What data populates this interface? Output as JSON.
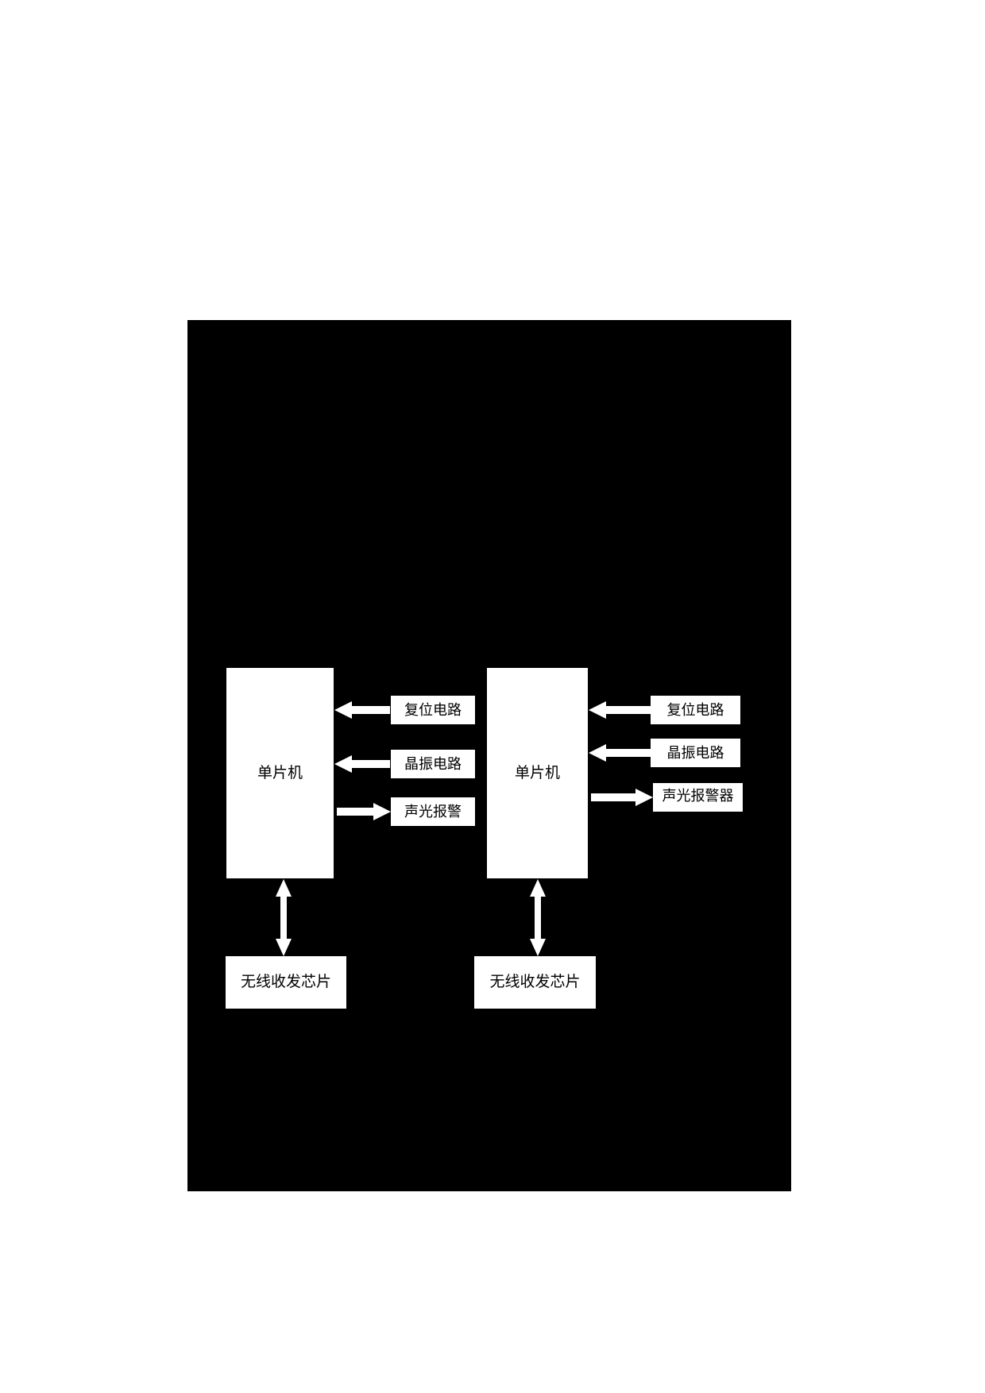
{
  "figure": {
    "background_color": "#000000",
    "page_color": "#ffffff",
    "block_fill": "#ffffff",
    "block_text_color": "#000000",
    "arrow_color": "#ffffff"
  },
  "diagram": {
    "type": "block-diagram",
    "title": "",
    "nodes": {
      "left_mcu": {
        "label": "单片机"
      },
      "left_reset": {
        "label": "复位电路"
      },
      "left_crystal": {
        "label": "晶振电路"
      },
      "left_alarm": {
        "label": "声光报警"
      },
      "left_radio": {
        "label": "无线收发芯片"
      },
      "right_mcu": {
        "label": "单片机"
      },
      "right_reset": {
        "label": "复位电路"
      },
      "right_crystal": {
        "label": "晶振电路"
      },
      "right_alarm": {
        "label": "声光报警器"
      },
      "right_radio": {
        "label": "无线收发芯片"
      }
    },
    "edges": [
      {
        "from": "left_reset",
        "to": "left_mcu",
        "direction": "left",
        "style": "block-arrow"
      },
      {
        "from": "left_crystal",
        "to": "left_mcu",
        "direction": "left",
        "style": "block-arrow"
      },
      {
        "from": "left_mcu",
        "to": "left_alarm",
        "direction": "right",
        "style": "block-arrow"
      },
      {
        "from": "left_mcu",
        "to": "left_radio",
        "direction": "both",
        "style": "block-arrow-vertical"
      },
      {
        "from": "right_reset",
        "to": "right_mcu",
        "direction": "left",
        "style": "block-arrow"
      },
      {
        "from": "right_crystal",
        "to": "right_mcu",
        "direction": "left",
        "style": "block-arrow"
      },
      {
        "from": "right_mcu",
        "to": "right_alarm",
        "direction": "right",
        "style": "block-arrow"
      },
      {
        "from": "right_mcu",
        "to": "right_radio",
        "direction": "both",
        "style": "block-arrow-vertical"
      }
    ]
  }
}
